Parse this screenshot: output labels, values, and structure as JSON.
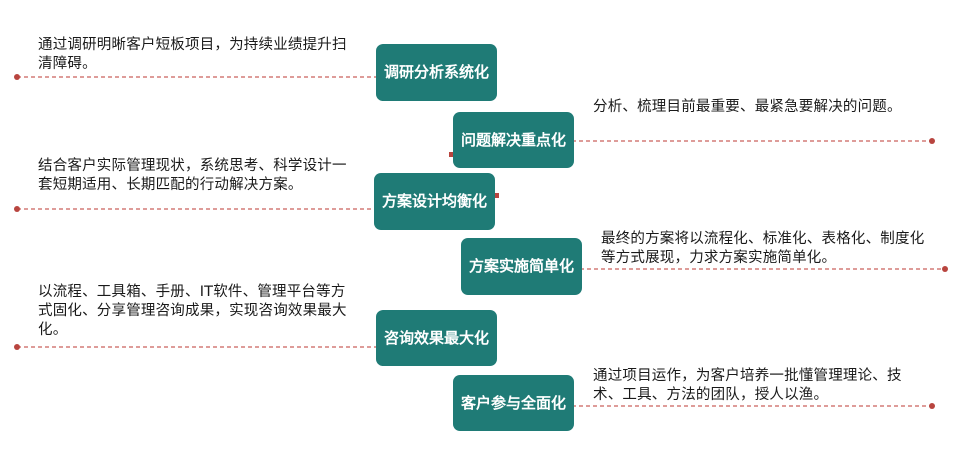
{
  "colors": {
    "box_fill": "#1f7b76",
    "box_text": "#ffffff",
    "connector_line": "#c9625c",
    "connector_dot": "#b8453f",
    "body_text": "#1a1a1a"
  },
  "steps": [
    {
      "title": "调研分析系统化",
      "description": "通过调研明晰客户短板项目，为持续业绩提升扫清障碍。"
    },
    {
      "title": "问题解决重点化",
      "description": "分析、梳理目前最重要、最紧急要解决的问题。"
    },
    {
      "title": "方案设计均衡化",
      "description": "结合客户实际管理现状，系统思考、科学设计一套短期适用、长期匹配的行动解决方案。"
    },
    {
      "title": "方案实施简单化",
      "description": "最终的方案将以流程化、标准化、表格化、制度化等方式展现，力求方案实施简单化。"
    },
    {
      "title": "咨询效果最大化",
      "description": "以流程、工具箱、手册、IT软件、管理平台等方式固化、分享管理咨询成果，实现咨询效果最大化。"
    },
    {
      "title": "客户参与全面化",
      "description": "通过项目运作，为客户培养一批懂管理理论、技术、工具、方法的团队，授人以渔。"
    }
  ]
}
